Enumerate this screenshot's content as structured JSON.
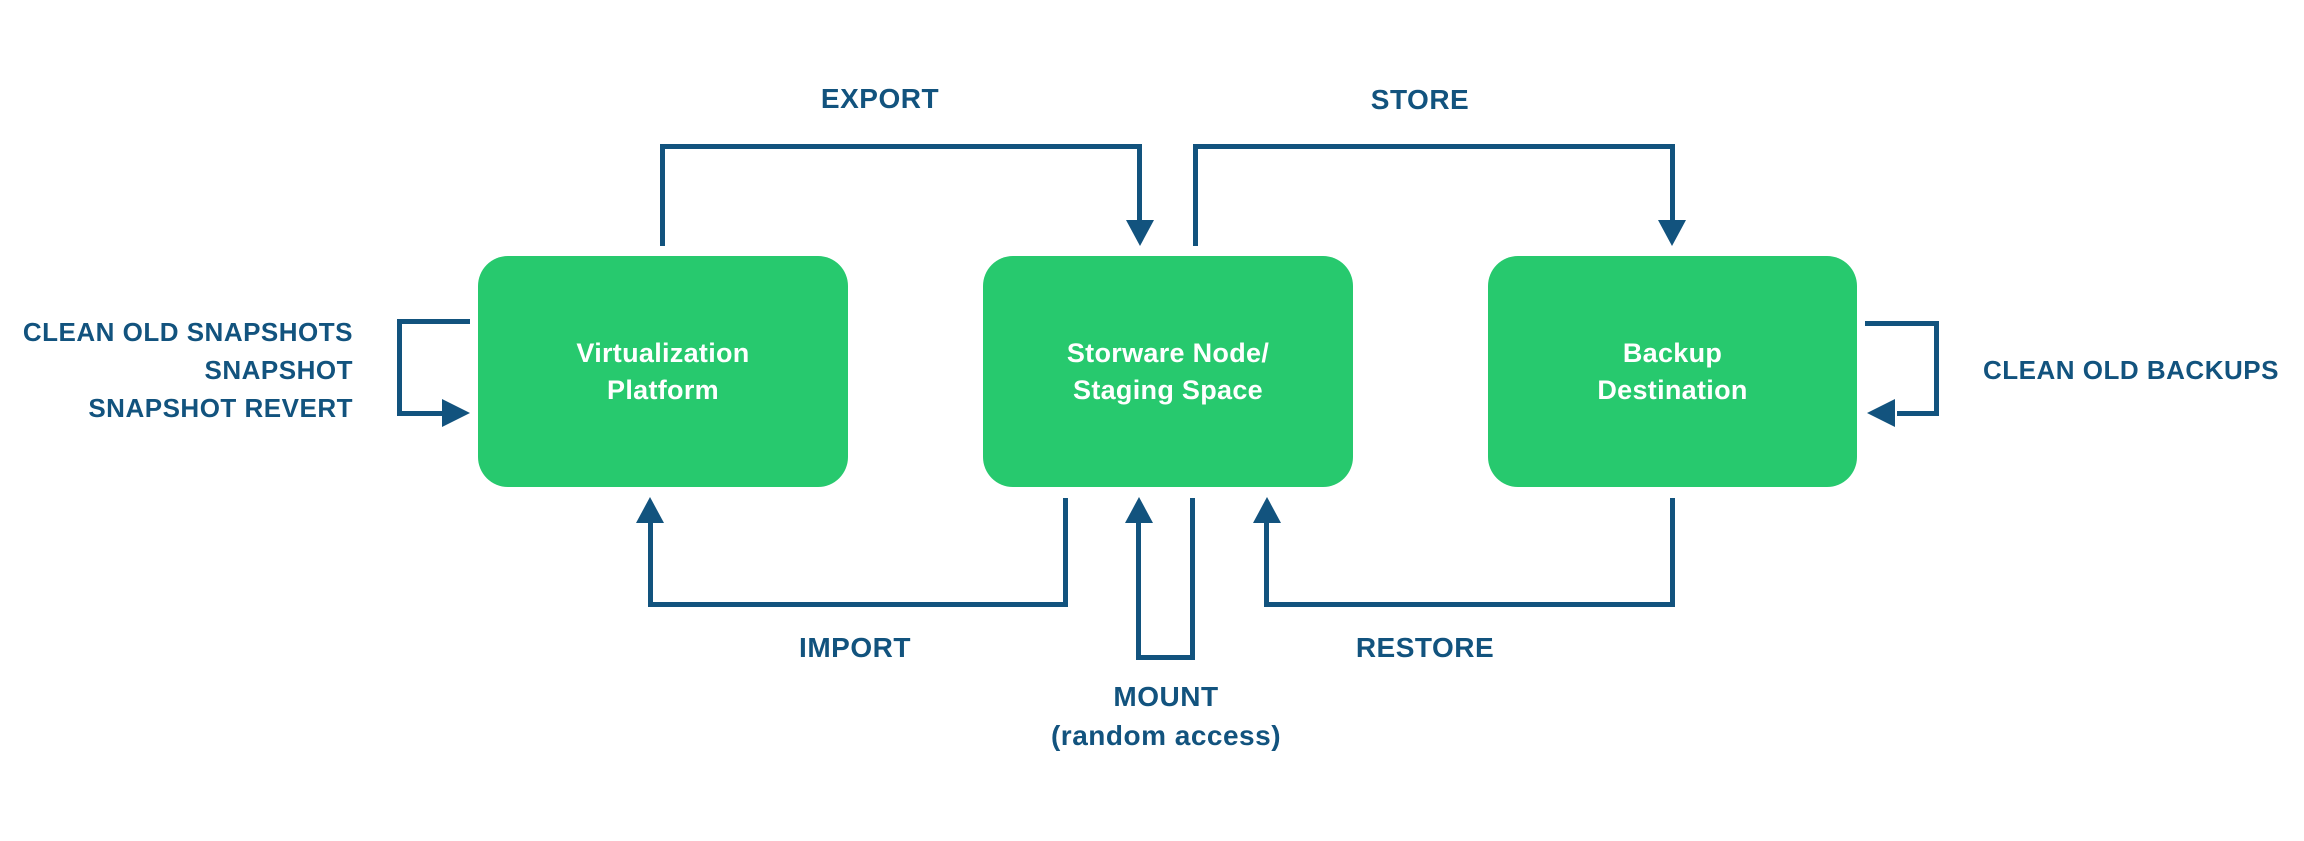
{
  "colors": {
    "background": "#ffffff",
    "node_fill": "#27c96e",
    "node_text": "#ffffff",
    "line": "#12537e"
  },
  "nodes": [
    {
      "id": "virtualization-platform",
      "lines": [
        "Virtualization",
        "Platform"
      ]
    },
    {
      "id": "storware-node-staging-space",
      "lines": [
        "Storware Node/",
        "Staging Space"
      ]
    },
    {
      "id": "backup-destination",
      "lines": [
        "Backup",
        "Destination"
      ]
    }
  ],
  "labels": {
    "export": "EXPORT",
    "store": "STORE",
    "import": "IMPORT",
    "restore": "RESTORE",
    "mount": "MOUNT",
    "mount_detail": "(random access)",
    "snapshot_ops": [
      "CLEAN OLD SNAPSHOTS",
      "SNAPSHOT",
      "SNAPSHOT REVERT"
    ],
    "backup_ops": "CLEAN OLD BACKUPS"
  }
}
